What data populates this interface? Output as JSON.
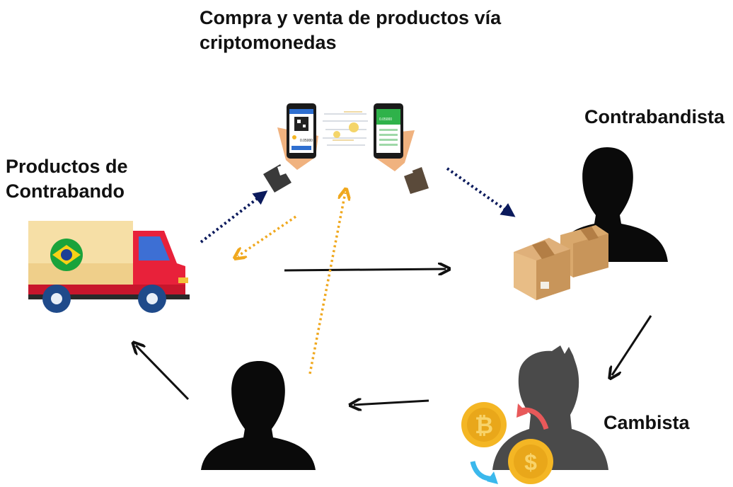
{
  "title": "Compra y venta de productos vía criptomonedas",
  "nodes": {
    "products": {
      "label_line1": "Productos de",
      "label_line2": "Contrabando"
    },
    "smuggler": {
      "label": "Contrabandista"
    },
    "exchanger": {
      "label": "Cambista"
    },
    "buyer": {
      "label": ""
    },
    "phones": {
      "label": ""
    }
  },
  "phone_screens": {
    "left_amount": "0.05000",
    "right_amount": "0.05000"
  },
  "colors": {
    "navy_dotted": "#0b1a5c",
    "orange_dotted": "#f0a81e",
    "solid_arrow": "#111111",
    "truck_red": "#e8213a",
    "truck_cargo": "#f6dfa6",
    "box": "#d9a86c",
    "coin": "#f4b624",
    "silhouette": "#0a0a0a",
    "exchanger_silhouette": "#4a4a4a",
    "phone_left_screen": "#ffffff",
    "phone_right_screen": "#2fb24a"
  },
  "icons": [
    "truck-icon",
    "brazil-flag-icon",
    "phone-payment-icon",
    "person-silhouette-icon",
    "cardboard-box-icon",
    "bitcoin-coin-icon",
    "dollar-coin-icon",
    "exchange-arrow-icon"
  ]
}
